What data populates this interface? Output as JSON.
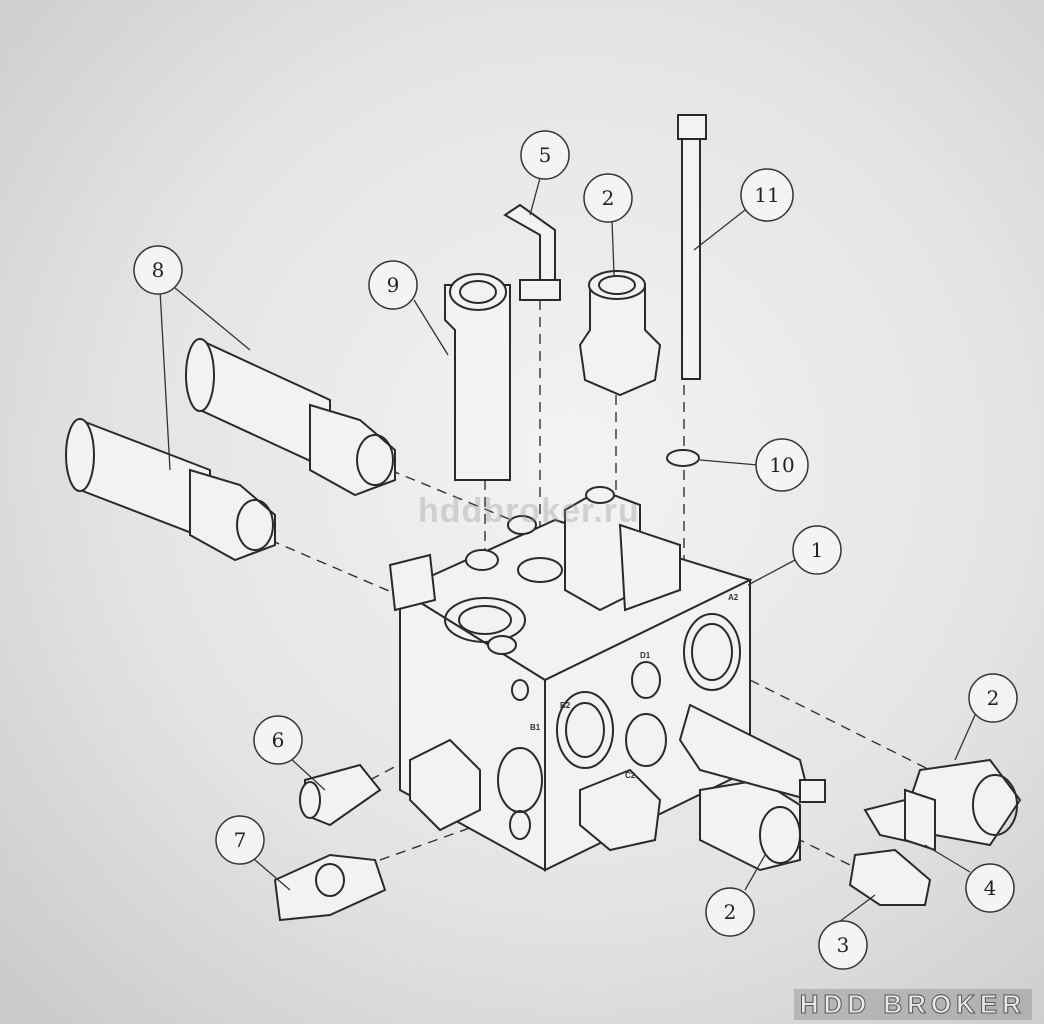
{
  "callouts": [
    "5",
    "2",
    "11",
    "8",
    "9",
    "10",
    "1",
    "2",
    "6",
    "7",
    "2",
    "4",
    "3"
  ],
  "ports": [
    "A2",
    "B2",
    "D1",
    "C2",
    "B1"
  ],
  "watermark": "hddbroker.ru",
  "logo": "HDD BROKER"
}
